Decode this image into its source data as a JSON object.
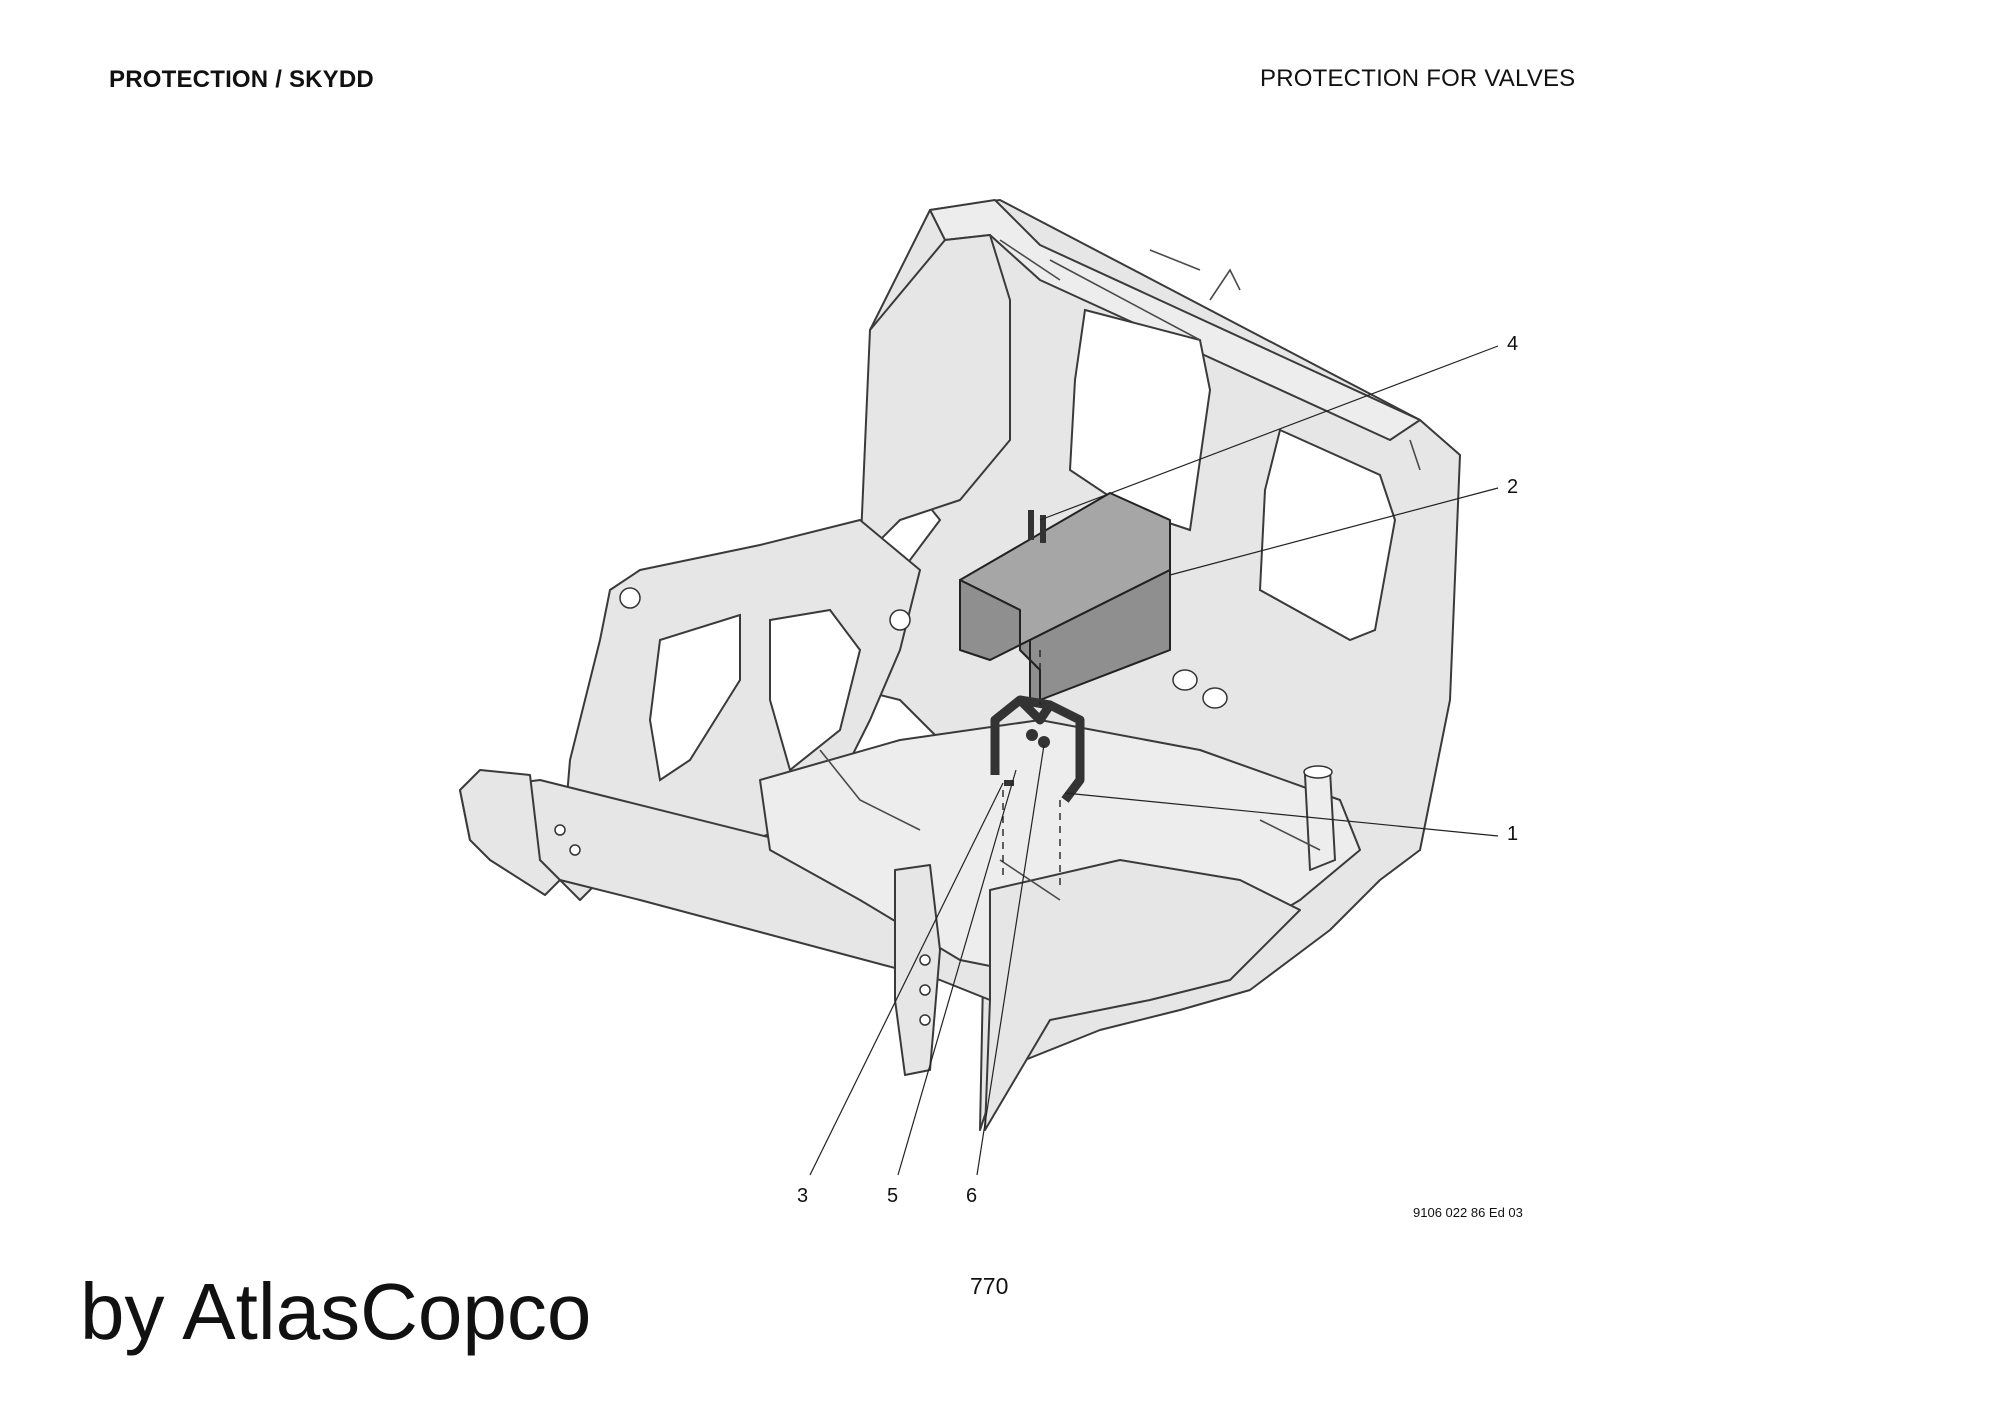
{
  "header": {
    "section_title": "PROTECTION / SKYDD",
    "drawing_title": "PROTECTION FOR VALVES"
  },
  "callouts": [
    "4",
    "2",
    "1",
    "3",
    "5",
    "6"
  ],
  "drawing_number": "9106 022 86 Ed 03",
  "page_number": "770",
  "brand": "by AtlasCopco"
}
